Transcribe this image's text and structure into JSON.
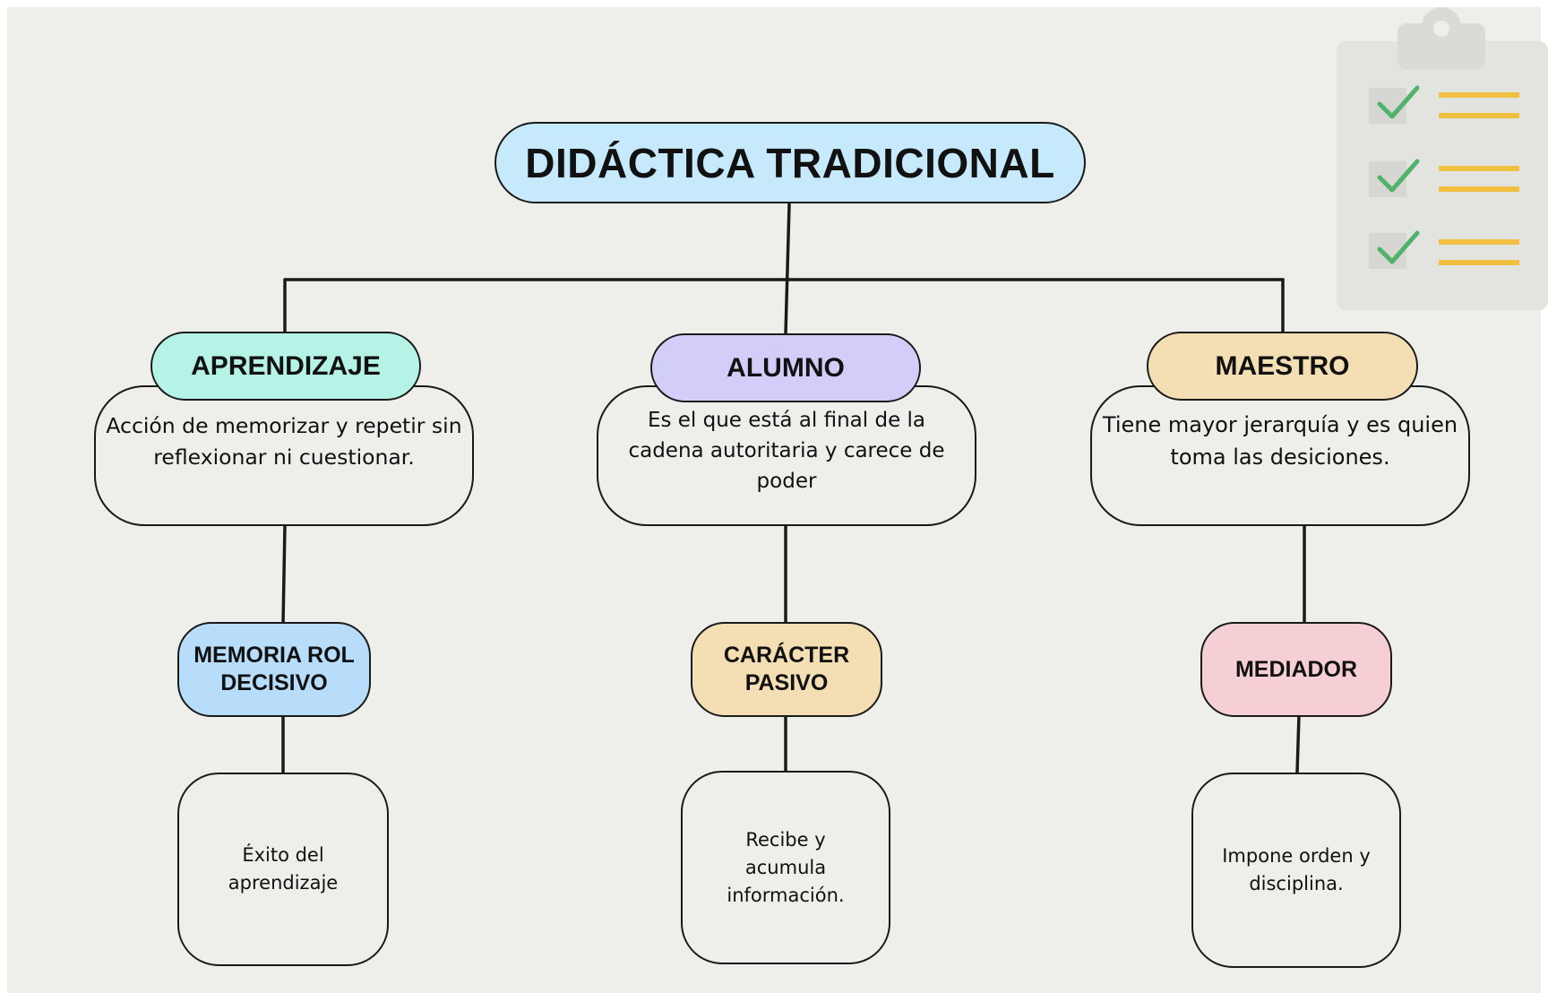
{
  "title": "DIDÁCTICA TRADICIONAL",
  "colors": {
    "background": "#eeeeea",
    "title_fill": "#c6e9fb",
    "outline": "#1a1a1a",
    "check": "#4fb36b",
    "lines": "#f1c040",
    "clipboard": "#e3e3e0"
  },
  "branches": [
    {
      "label": "APRENDIZAJE",
      "color": "#b4f3e6",
      "description": "Acción de memorizar y repetir sin reflexionar ni cuestionar.",
      "sub_label_lines": [
        "MEMORIA ROL",
        "DECISIVO"
      ],
      "sub_color": "#b7ddfb",
      "detail": "Éxito del aprendizaje"
    },
    {
      "label": "ALUMNO",
      "color": "#d3cdfa",
      "description": "Es el que está al final de la cadena autoritaria y carece de poder",
      "sub_label_lines": [
        "CARÁCTER",
        "PASIVO"
      ],
      "sub_color": "#f4dfb4",
      "detail": "Recibe y acumula información."
    },
    {
      "label": "MAESTRO",
      "color": "#f4dfb4",
      "description": "Tiene mayor jerarquía y es quien toma las desiciones.",
      "sub_label_lines": [
        "MEDIADOR"
      ],
      "sub_color": "#f6cfd5",
      "detail": "Impone orden y disciplina."
    }
  ],
  "decoration": {
    "icon": "clipboard-checklist-icon"
  }
}
